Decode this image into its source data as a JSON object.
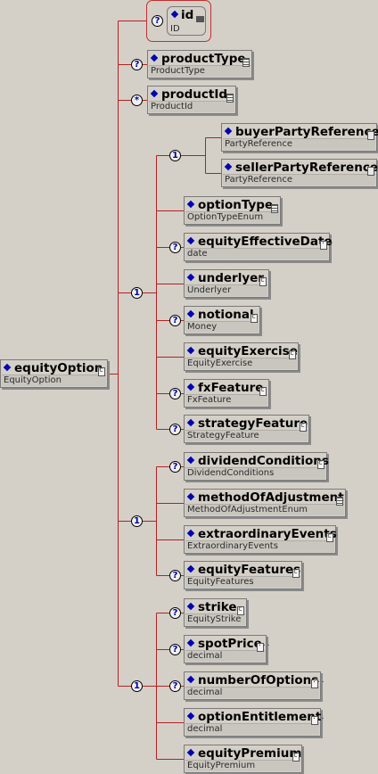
{
  "colors": {
    "connector": "#b22222",
    "marker": "#0000b4",
    "badge_text": "#0000a0"
  },
  "attribute": {
    "name": "id",
    "type": "ID",
    "badge": "?"
  },
  "root": {
    "name": "equityOption",
    "type": "EquityOption"
  },
  "top_children": [
    {
      "name": "productType",
      "type": "ProductType",
      "badge": "?"
    },
    {
      "name": "productId",
      "type": "ProductId",
      "badge": "*"
    }
  ],
  "groups": [
    {
      "badge": "1",
      "items": [
        {
          "name": "optionType",
          "type": "OptionTypeEnum",
          "badge": ""
        },
        {
          "name": "equityEffectiveDate",
          "type": "date",
          "badge": "?"
        },
        {
          "name": "underlyer",
          "type": "Underlyer",
          "badge": ""
        },
        {
          "name": "notional",
          "type": "Money",
          "badge": "?"
        },
        {
          "name": "equityExercise",
          "type": "EquityExercise",
          "badge": ""
        },
        {
          "name": "fxFeature",
          "type": "FxFeature",
          "badge": "?"
        },
        {
          "name": "strategyFeature",
          "type": "StrategyFeature",
          "badge": "?"
        }
      ],
      "sub_group": {
        "badge": "1",
        "items": [
          {
            "name": "buyerPartyReference",
            "type": "PartyReference"
          },
          {
            "name": "sellerPartyReference",
            "type": "PartyReference"
          }
        ]
      }
    },
    {
      "badge": "1",
      "items": [
        {
          "name": "dividendConditions",
          "type": "DividendConditions",
          "badge": "?"
        },
        {
          "name": "methodOfAdjustment",
          "type": "MethodOfAdjustmentEnum",
          "badge": ""
        },
        {
          "name": "extraordinaryEvents",
          "type": "ExtraordinaryEvents",
          "badge": ""
        },
        {
          "name": "equityFeatures",
          "type": "EquityFeatures",
          "badge": "?"
        }
      ]
    },
    {
      "badge": "1",
      "items": [
        {
          "name": "strike",
          "type": "EquityStrike",
          "badge": "?"
        },
        {
          "name": "spotPrice",
          "type": "decimal",
          "badge": "?"
        },
        {
          "name": "numberOfOptions",
          "type": "decimal",
          "badge": "?"
        },
        {
          "name": "optionEntitlement",
          "type": "decimal",
          "badge": ""
        },
        {
          "name": "equityPremium",
          "type": "EquityPremium",
          "badge": ""
        }
      ]
    }
  ]
}
